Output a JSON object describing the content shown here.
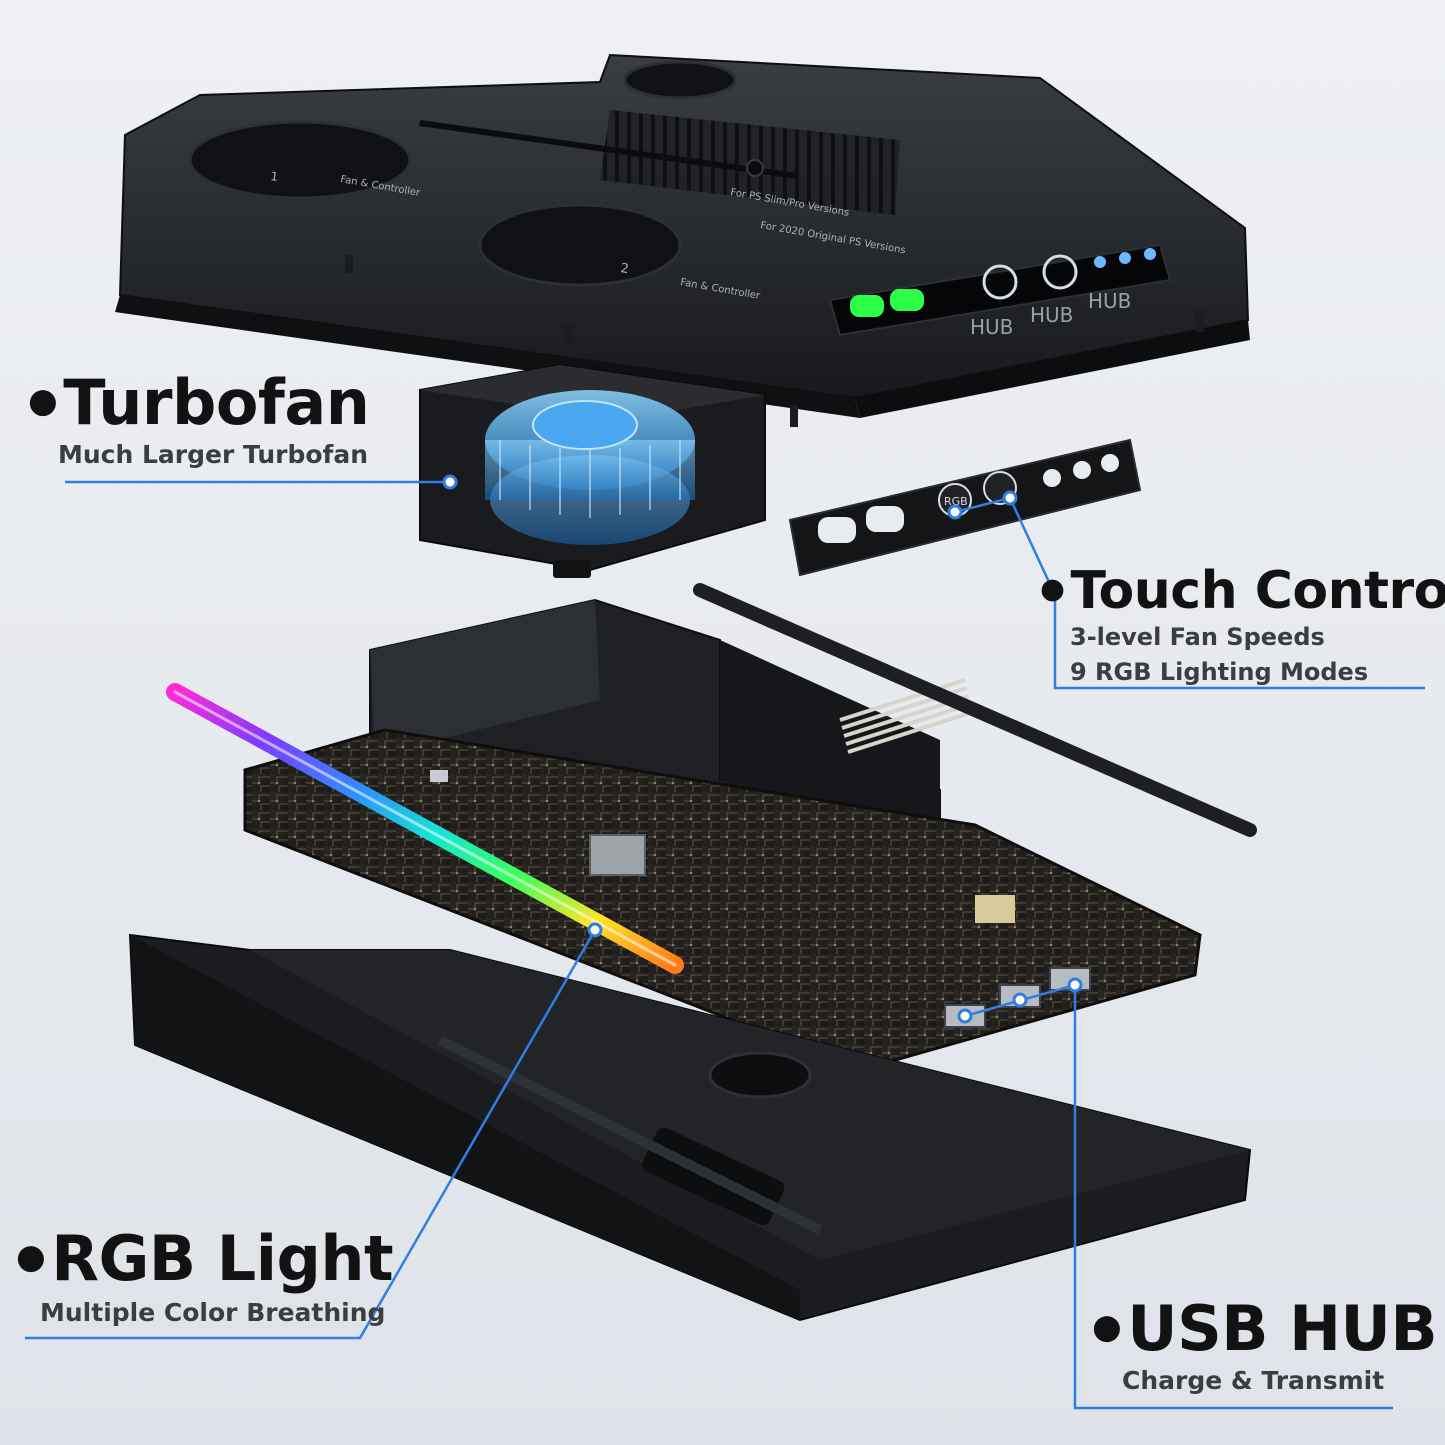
{
  "colors": {
    "accent_line": "#2f7fe0",
    "device_dark": "#1c1e22",
    "background": "#e9ecf0"
  },
  "device": {
    "top_labels": {
      "hub_1": "HUB",
      "hub_2": "HUB",
      "hub_3": "HUB",
      "slot_1": "1",
      "slot_2": "2",
      "slot_1_text": "Fan & Controller",
      "slot_2_text": "Fan & Controller",
      "slim_pro": "For PS Slim/Pro Versions",
      "original": "For 2020 Original PS Versions"
    },
    "touch_panel": {
      "rgb_label": "RGB"
    }
  },
  "features": {
    "turbofan": {
      "title": "Turbofan",
      "subtitle": "Much Larger Turbofan"
    },
    "touch_control": {
      "title": "Touch Control",
      "line1": "3-level Fan Speeds",
      "line2": "9 RGB Lighting Modes"
    },
    "rgb_light": {
      "title": "RGB Light",
      "subtitle": "Multiple Color Breathing"
    },
    "usb_hub": {
      "title": "USB HUB",
      "subtitle": "Charge & Transmit"
    }
  },
  "icons": [
    "gamepad-icon",
    "fan-icon",
    "rgb-button-icon",
    "fan-speed-icon"
  ]
}
